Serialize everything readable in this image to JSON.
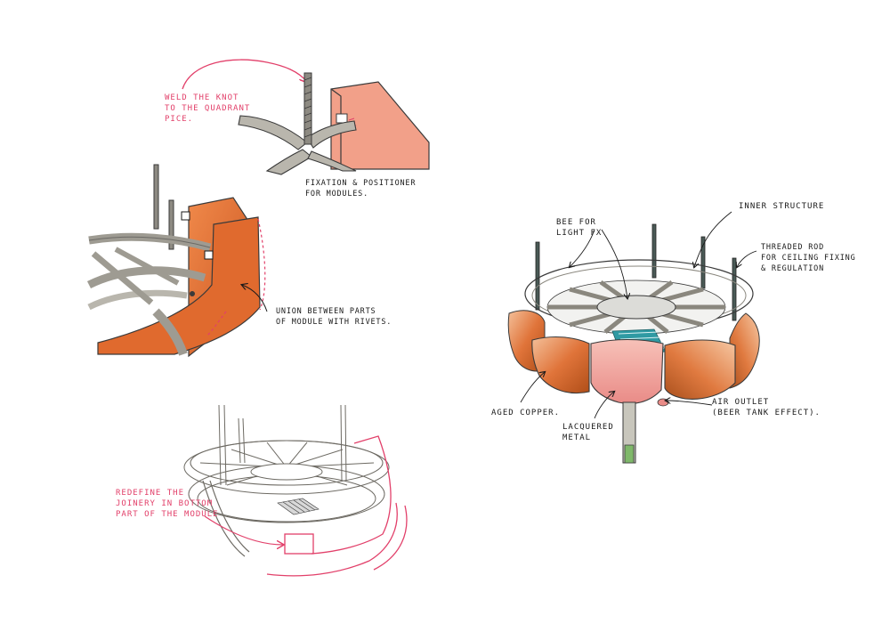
{
  "colors": {
    "ink": "#1a1a1a",
    "annotation_red": "#e2406a",
    "copper_light": "#f0b58c",
    "copper_mid": "#e0743a",
    "copper_dark": "#b8541c",
    "pink_metal": "#f2a6a0",
    "steel_grey": "#a9a69d",
    "steel_dark": "#6d6a63",
    "teal": "#2f9aa3",
    "paper": "#ffffff"
  },
  "sketches": {
    "knot": {
      "note": "Weld the knot\nto the quadrant\npice.",
      "caption": "Fixation & positioner\nfor modules."
    },
    "module_joint": {
      "note": "Union between parts\nof module with rivets."
    },
    "bottom_joinery": {
      "note": "Redefine the\njoinery in bottom\npart of the module"
    },
    "lamp": {
      "bee_label": "Bee for\nlight fx",
      "inner_label": "Inner structure",
      "rod_label": "Threaded rod\nfor ceiling fixing\n& regulation",
      "copper_label": "Aged copper.",
      "lacquer_label": "Lacquered\nmetal",
      "air_label": "Air outlet\n(beer tank effect)."
    }
  }
}
